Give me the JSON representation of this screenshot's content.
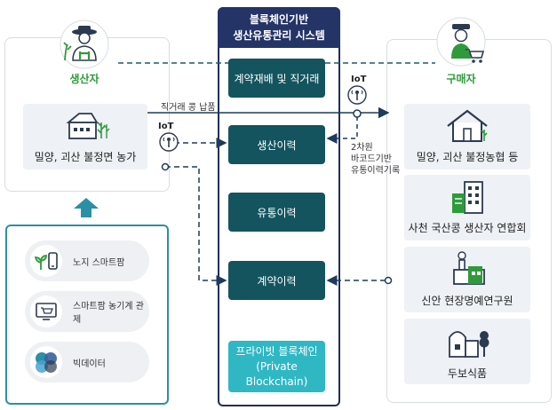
{
  "producer": {
    "title": "생산자",
    "location": "밀양, 괴산 불정면 농가",
    "direct_sale_label": "직거래 콩 납품"
  },
  "center": {
    "title_line1": "블록체인기반",
    "title_line2": "생산유통관리 시스템",
    "items": [
      "계약재배 및 직거래",
      "생산이력",
      "유통이력",
      "계약이력"
    ],
    "blockchain_line1": "프라이빗 블록체인",
    "blockchain_line2": "(Private Blockchain)"
  },
  "iot_label": "IoT",
  "iot_label_right": "IoT",
  "barcode": {
    "line1": "2차원",
    "line2": "바코드기반",
    "line3": "유통이력기록"
  },
  "buyer": {
    "title": "구매자",
    "orgs": [
      "밀양, 괴산 불정농협 등",
      "사천 국산콩 생산자 연합회",
      "신안 현장명예연구원",
      "두보식품"
    ]
  },
  "tech": {
    "items": [
      "노지 스마트팜",
      "스마트팜 농기계 관제",
      "빅데이터"
    ]
  },
  "colors": {
    "navy": "#243466",
    "teal_dark": "#13545e",
    "teal_light": "#2fb7c4",
    "green": "#2f9a3b",
    "arrow": "#2b8fa6"
  }
}
